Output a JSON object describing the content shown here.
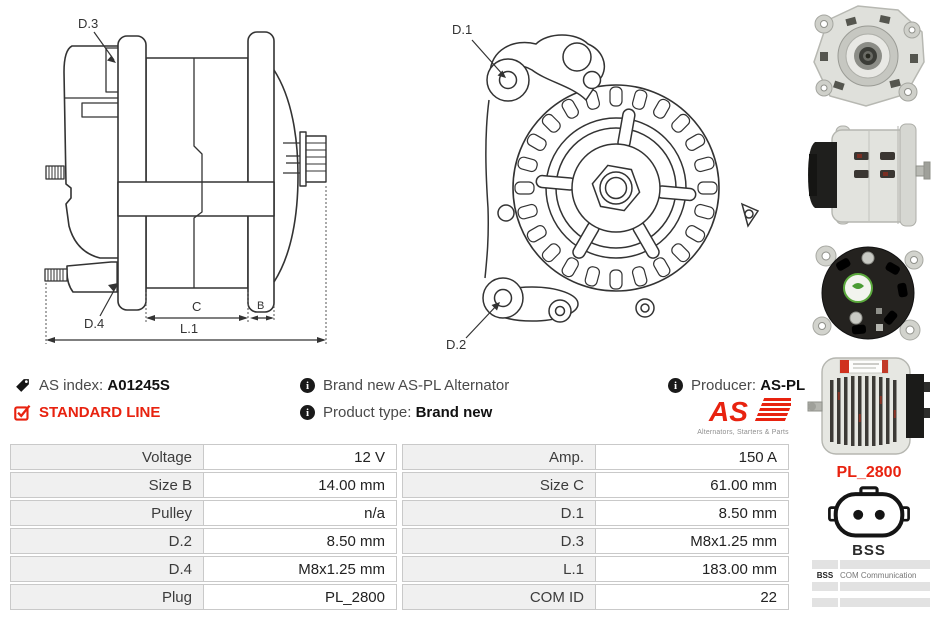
{
  "brand": {
    "accent_red": "#e8220f",
    "logo_text": "AS",
    "logo_tagline": "Alternators, Starters & Parts"
  },
  "info": {
    "as_index": {
      "label": "AS index:",
      "value": "A01245S"
    },
    "standard_line": "STANDARD LINE",
    "brand_new_note": "Brand new AS-PL Alternator",
    "product_type": {
      "label": "Product type:",
      "value": "Brand new"
    },
    "producer": {
      "label": "Producer:",
      "value": "AS-PL"
    }
  },
  "drawings": {
    "side_view": {
      "d3": "D.3",
      "d4": "D.4",
      "c": "C",
      "b": "B",
      "l1": "L.1"
    },
    "front_view": {
      "d1": "D.1",
      "d2": "D.2"
    }
  },
  "spec_table": {
    "rows": [
      {
        "label1": "Voltage",
        "value1": "12 V",
        "label2": "Amp.",
        "value2": "150 A"
      },
      {
        "label1": "Size B",
        "value1": "14.00 mm",
        "label2": "Size C",
        "value2": "61.00 mm"
      },
      {
        "label1": "Pulley",
        "value1": "n/a",
        "label2": "D.1",
        "value2": "8.50 mm"
      },
      {
        "label1": "D.2",
        "value1": "8.50 mm",
        "label2": "D.3",
        "value2": "M8x1.25 mm"
      },
      {
        "label1": "D.4",
        "value1": "M8x1.25 mm",
        "label2": "L.1",
        "value2": "183.00 mm"
      },
      {
        "label1": "Plug",
        "value1": "PL_2800",
        "label2": "COM ID",
        "value2": "22"
      }
    ]
  },
  "plug": {
    "name": "PL_2800",
    "type": "BSS"
  },
  "com_table": {
    "code": "BSS",
    "description": "COM Communication"
  },
  "photos": [
    "front-view",
    "side-view",
    "rear-view",
    "side-vent-view"
  ]
}
